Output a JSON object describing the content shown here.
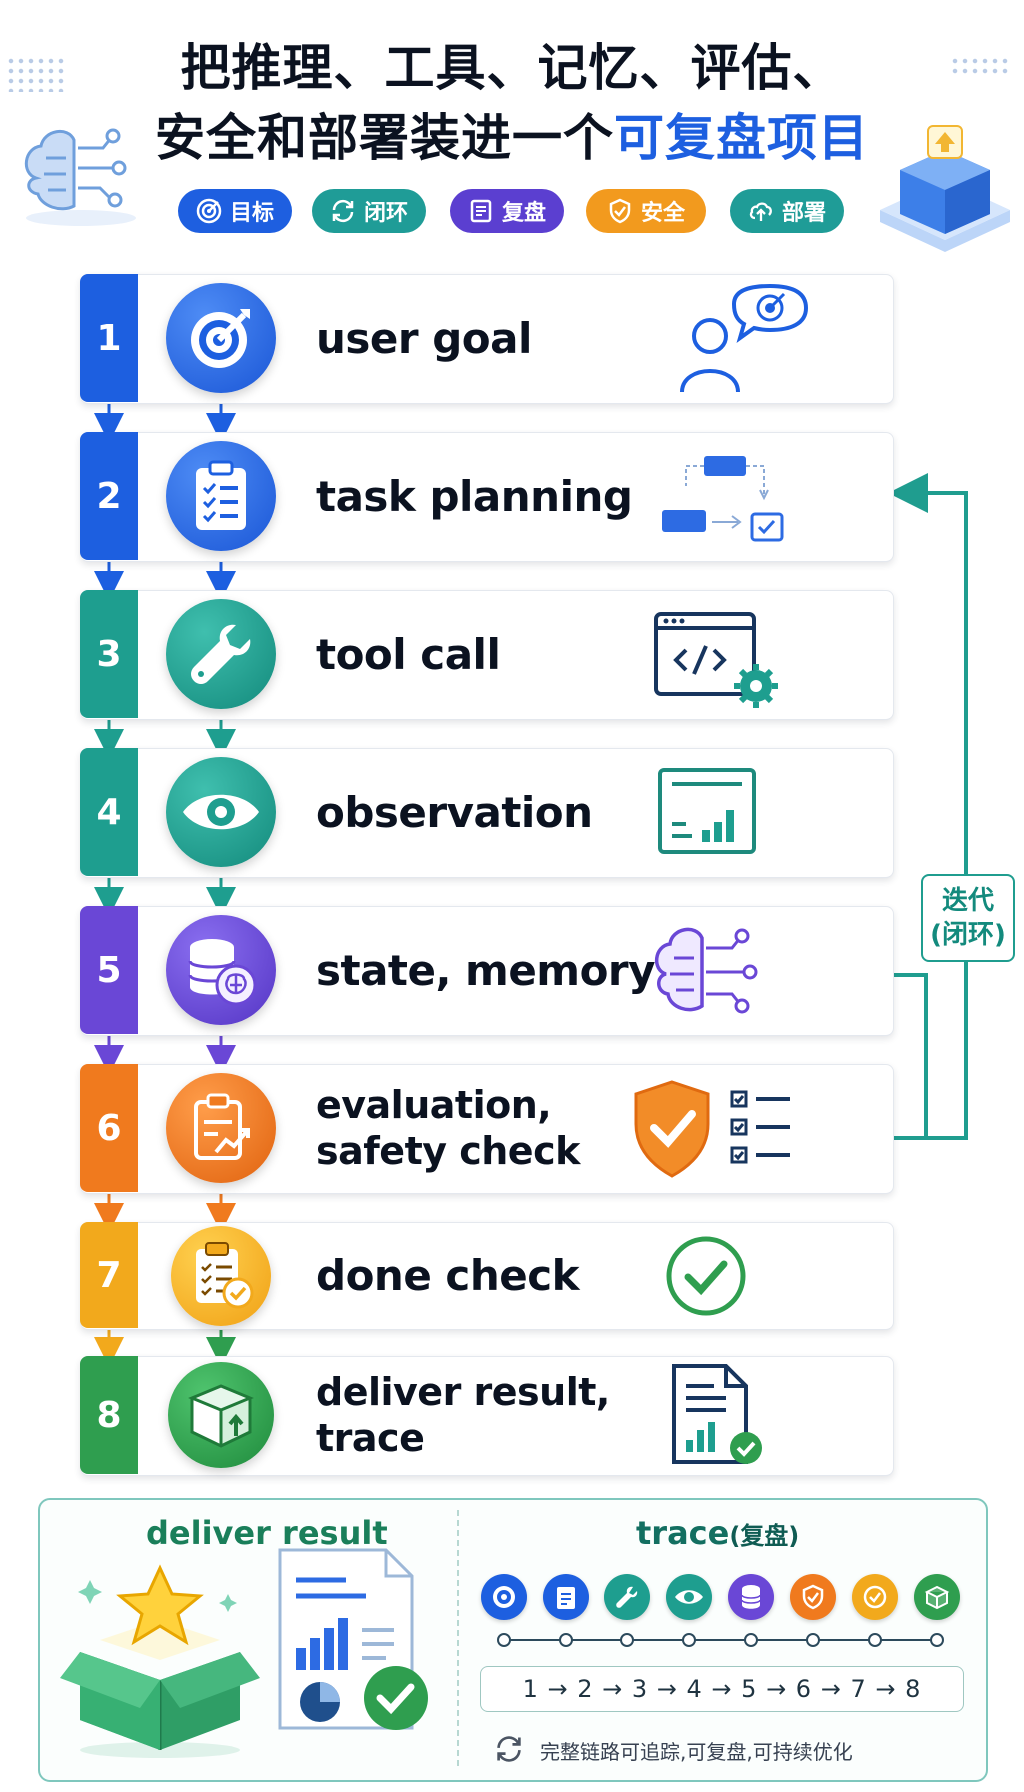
{
  "title": {
    "line1": "把推理、工具、记忆、评估、",
    "line2_plain": "安全和部署装进一个",
    "line2_highlight": "可复盘项目"
  },
  "tags": [
    {
      "label": "目标",
      "icon": "target-icon",
      "color": "#1e5fe0"
    },
    {
      "label": "闭环",
      "icon": "cycle-icon",
      "color": "#1f9c97"
    },
    {
      "label": "复盘",
      "icon": "document-icon",
      "color": "#5b3fd0"
    },
    {
      "label": "安全",
      "icon": "shield-icon",
      "color": "#f29a1e"
    },
    {
      "label": "部署",
      "icon": "cloud-upload-icon",
      "color": "#1f9c97"
    }
  ],
  "steps": [
    {
      "num": "1",
      "label": "user goal",
      "color": "#1d5fe0",
      "icon": "target-icon",
      "side_icon": "user-target-bubble-icon"
    },
    {
      "num": "2",
      "label": "task planning",
      "color": "#1d5fe0",
      "icon": "clipboard-checklist-icon",
      "side_icon": "flowchart-icon"
    },
    {
      "num": "3",
      "label": "tool call",
      "color": "#1e9e8f",
      "icon": "wrench-icon",
      "side_icon": "code-window-gear-icon"
    },
    {
      "num": "4",
      "label": "observation",
      "color": "#1e9e8f",
      "icon": "eye-icon",
      "side_icon": "dashboard-chart-icon"
    },
    {
      "num": "5",
      "label": "state, memory",
      "color": "#6a47d6",
      "icon": "database-brain-icon",
      "side_icon": "brain-circuit-icon"
    },
    {
      "num": "6",
      "label_line1": "evaluation,",
      "label_line2": "safety check",
      "color": "#f07a1e",
      "icon": "clipboard-trend-icon",
      "side_icon": "shield-checklist-icon"
    },
    {
      "num": "7",
      "label": "done check",
      "color": "#f2a91c",
      "icon": "clipboard-check-icon",
      "side_icon": "check-circle-icon"
    },
    {
      "num": "8",
      "label_line1": "deliver result,",
      "label_line2": "trace",
      "color": "#2f9e4f",
      "icon": "box-upload-icon",
      "side_icon": "report-check-icon"
    }
  ],
  "loop": {
    "line1": "迭代",
    "line2": "(闭环)",
    "color": "#1f9d8f"
  },
  "bottom": {
    "deliver_title": "deliver result",
    "trace_title": "trace",
    "trace_title_suffix": "(复盘)",
    "sequence": "1 → 2 → 3 → 4 → 5 → 6 → 7 → 8",
    "note": "完整链路可追踪,可复盘,可持续优化"
  }
}
